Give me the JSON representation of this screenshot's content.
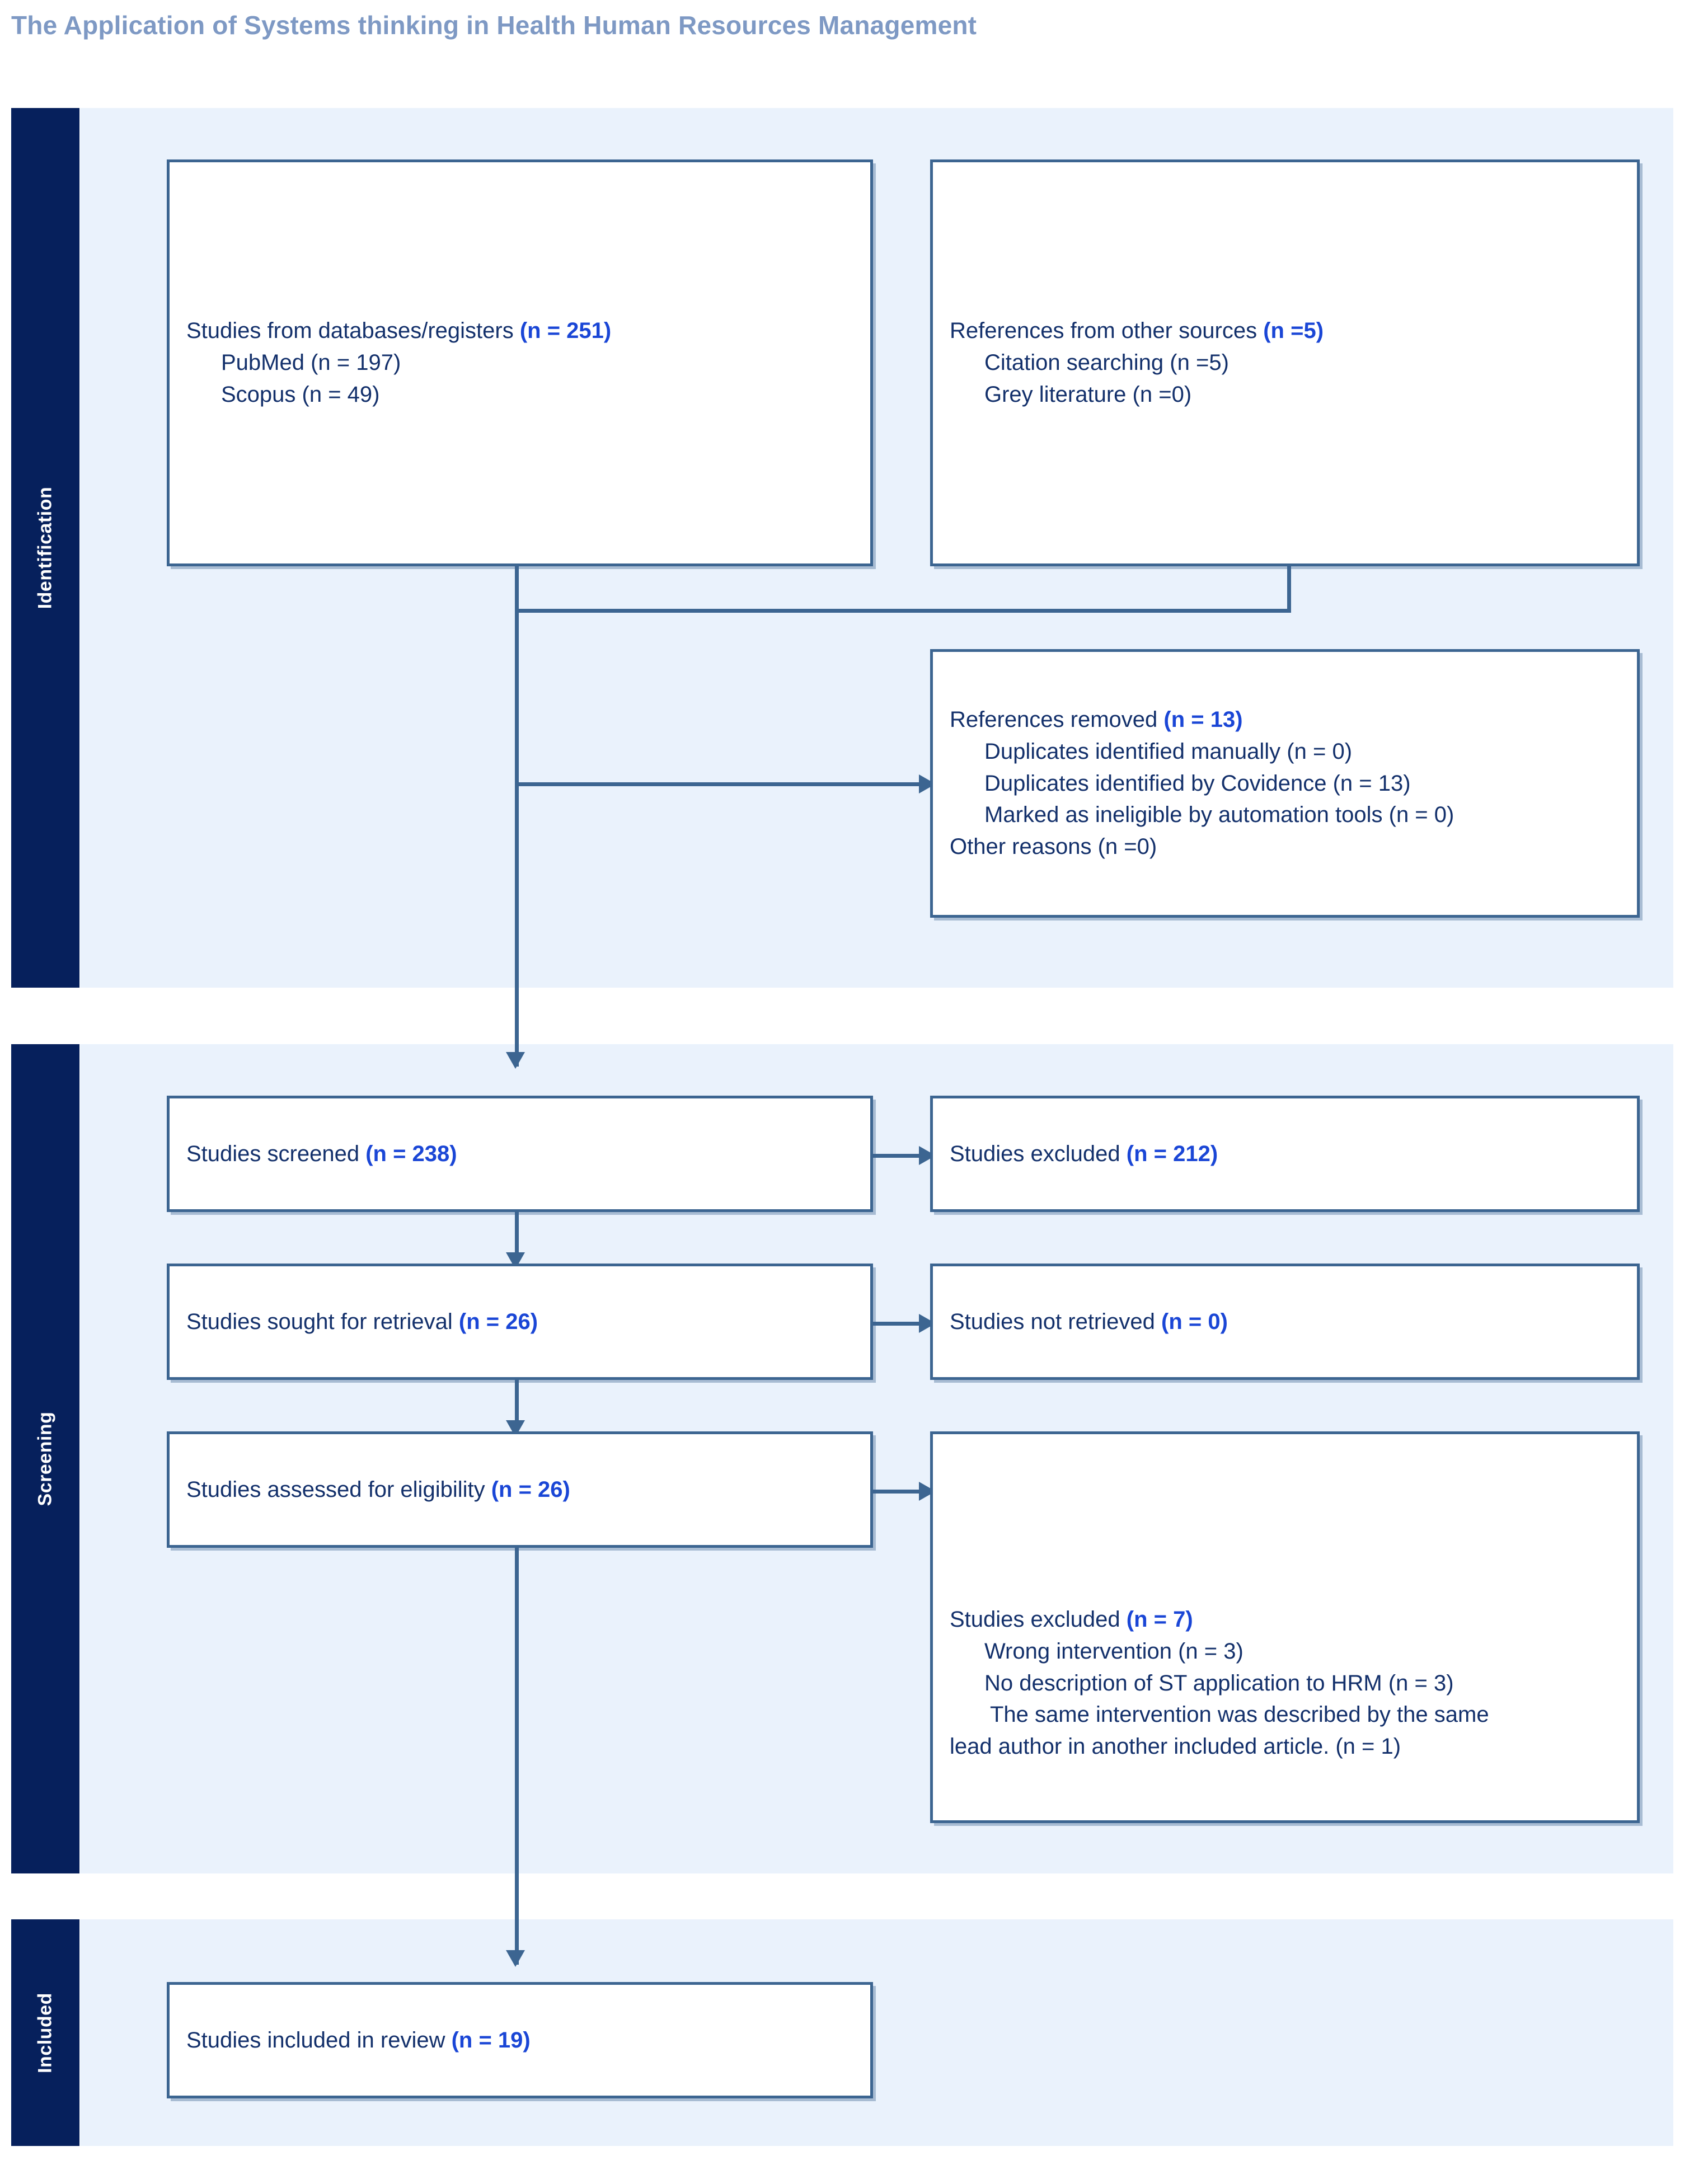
{
  "title": "The Application of Systems thinking in Health Human Resources Management",
  "colors": {
    "rail": "#06205c",
    "band": "#eaf2fc",
    "box_border": "#3c6591",
    "label_text": "#13306b",
    "count_text": "#1a46d6",
    "title_text": "#7e99c4"
  },
  "stages": {
    "identification": "Identification",
    "screening": "Screening",
    "included": "Included"
  },
  "boxes": {
    "databases": {
      "title_label": "Studies from databases/registers ",
      "title_count": "(n = 251)",
      "items": [
        {
          "label": "PubMed (n = 197)"
        },
        {
          "label": "Scopus (n = 49)"
        }
      ]
    },
    "other_sources": {
      "title_label": "References from other sources ",
      "title_count": "(n =5)",
      "items": [
        {
          "label": "Citation searching (n =5)"
        },
        {
          "label": "Grey literature (n =0)"
        }
      ]
    },
    "removed": {
      "title_label": "References removed ",
      "title_count": "(n = 13)",
      "items": [
        {
          "label": "Duplicates identified manually (n = 0)"
        },
        {
          "label": "Duplicates identified by Covidence (n = 13)"
        },
        {
          "label": "Marked as ineligible by automation tools (n = 0)"
        },
        {
          "label": "Other reasons (n =0)"
        }
      ]
    },
    "screened": {
      "title_label": "Studies screened ",
      "title_count": "(n = 238)"
    },
    "excluded_screened": {
      "title_label": "Studies excluded ",
      "title_count": "(n = 212)"
    },
    "sought": {
      "title_label": "Studies sought for retrieval ",
      "title_count": "(n = 26)"
    },
    "not_retrieved": {
      "title_label": "Studies not retrieved ",
      "title_count": "(n = 0)"
    },
    "assessed": {
      "title_label": "Studies assessed for eligibility ",
      "title_count": "(n = 26)"
    },
    "excluded_eligibility": {
      "title_label": "Studies excluded ",
      "title_count": "(n = 7)",
      "items": [
        {
          "label": "Wrong intervention (n = 3)"
        },
        {
          "label": "No description of ST application to HRM (n = 3)"
        },
        {
          "label": "The same intervention was described by the same"
        },
        {
          "label": "lead author in another included article. (n = 1)"
        }
      ]
    },
    "included_review": {
      "title_label": "Studies included in review ",
      "title_count": "(n = 19)"
    }
  }
}
